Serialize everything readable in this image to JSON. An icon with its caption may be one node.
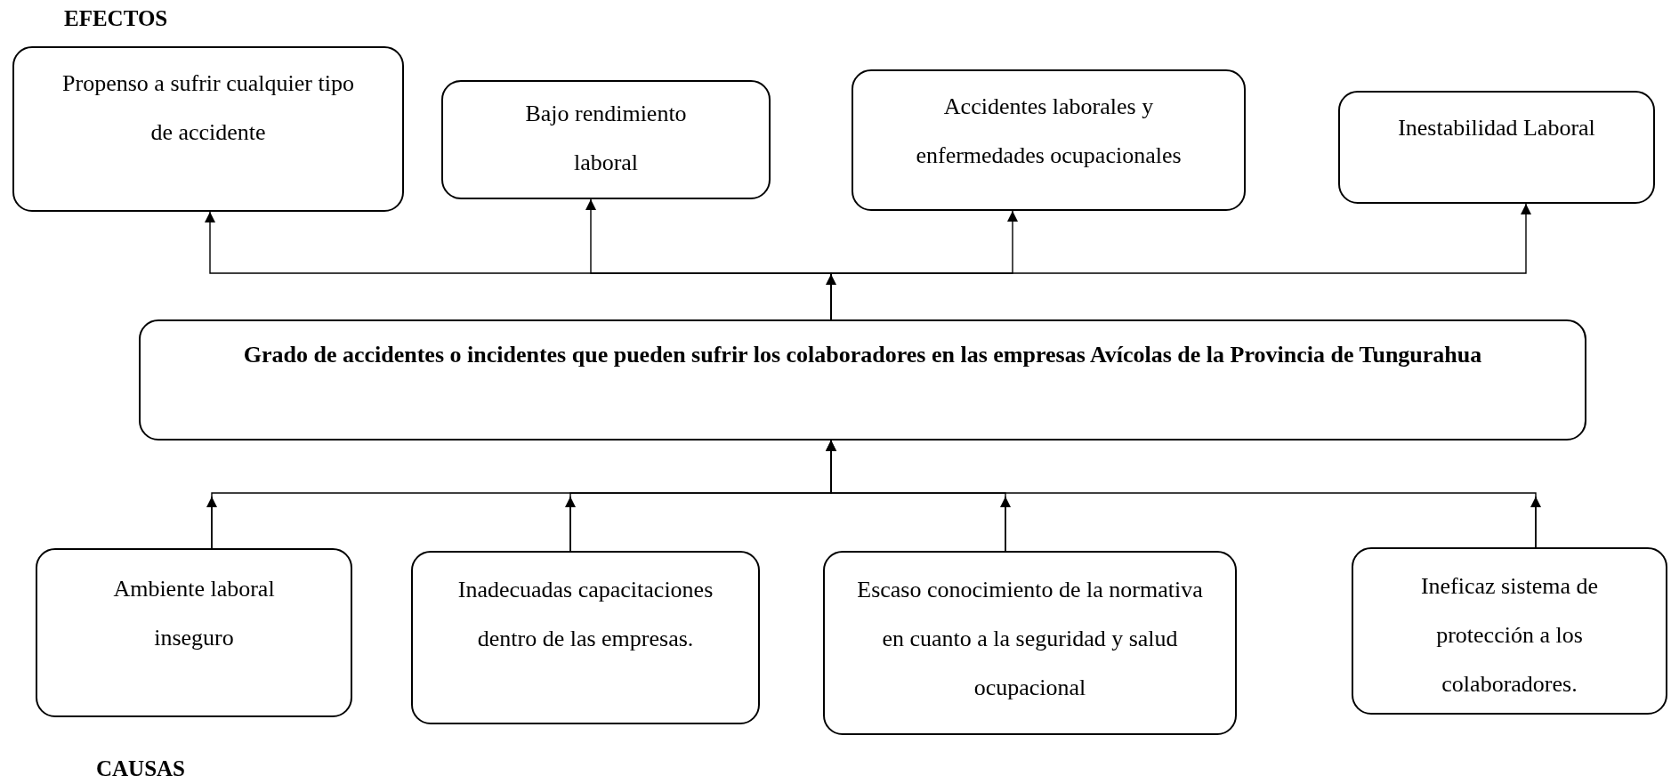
{
  "diagram": {
    "nodes": [
      {
        "text": [
          "Propenso a sufrir cualquier tipo de accidente"
        ]
      },
      {
        "text": [
          "Bajo rendimiento laboral"
        ]
      },
      {
        "text": [
          "Accidentes laborales y enfermedades ocupacionales"
        ]
      },
      {
        "text": [
          "Inestabilidad Laboral"
        ]
      },
      {
        "text": [
          "Grado de accidentes o incidentes que pueden sufrir los colaboradores en las empresas Avícolas de la Provincia de Tungurahua"
        ]
      },
      {
        "text": [
          "Ambiente laboral inseguro"
        ]
      },
      {
        "text": [
          "Inadecuadas capacitaciones dentro de las empresas."
        ]
      },
      {
        "text": [
          "Escaso conocimiento de la normativa en cuanto a la seguridad y salud ocupacional"
        ]
      },
      {
        "text": [
          "Ineficaz sistema de protección a los colaboradores."
        ]
      }
    ],
    "edges": [
      {
        "from": 4,
        "to": 0,
        "arrow": "to"
      },
      {
        "from": 4,
        "to": 1,
        "arrow": "to"
      },
      {
        "from": 4,
        "to": 2,
        "arrow": "to"
      },
      {
        "from": 4,
        "to": 3,
        "arrow": "to"
      },
      {
        "from": 5,
        "to": 4,
        "arrow": "to"
      },
      {
        "from": 6,
        "to": 4,
        "arrow": "to"
      },
      {
        "from": 7,
        "to": 4,
        "arrow": "to"
      },
      {
        "from": 8,
        "to": 4,
        "arrow": "to"
      }
    ],
    "labels": [
      "EFECTOS",
      "CAUSAS"
    ]
  }
}
